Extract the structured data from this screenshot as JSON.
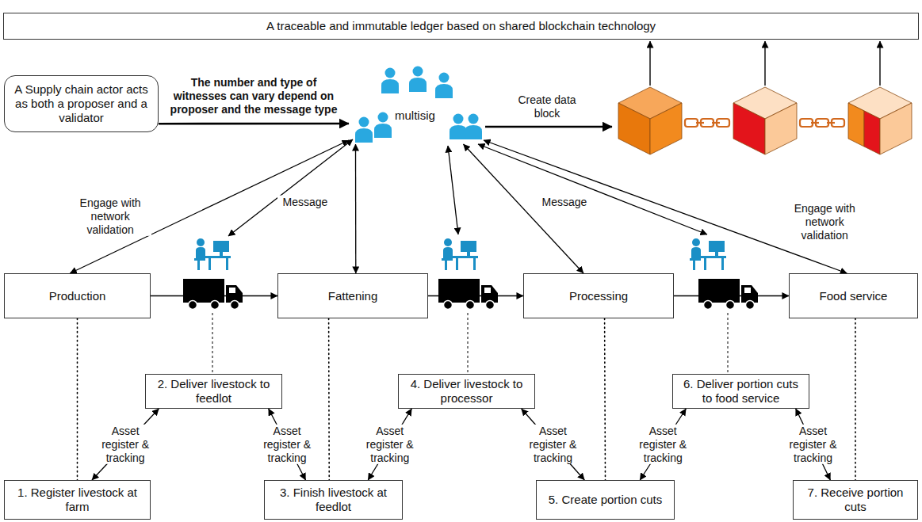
{
  "diagram": {
    "nodes": [
      {
        "text": [
          "A traceable and immutable ledger based on shared blockchain technology"
        ]
      },
      {
        "text": [
          "A Supply chain actor acts as both a proposer and a validator"
        ]
      },
      {
        "text": [
          "multisig"
        ]
      },
      {
        "text": [
          "Production"
        ]
      },
      {
        "text": [
          "Fattening"
        ]
      },
      {
        "text": [
          "Processing"
        ]
      },
      {
        "text": [
          "Food service"
        ]
      },
      {
        "text": [
          "2. Deliver livestock to feedlot"
        ]
      },
      {
        "text": [
          "4. Deliver livestock to processor"
        ]
      },
      {
        "text": [
          "6. Deliver portion cuts to food service"
        ]
      },
      {
        "text": [
          "1. Register livestock at farm"
        ]
      },
      {
        "text": [
          "3. Finish livestock at feedlot"
        ]
      },
      {
        "text": [
          "5. Create portion cuts"
        ]
      },
      {
        "text": [
          "7. Receive portion cuts"
        ]
      }
    ],
    "edges": [
      {
        "from": 1,
        "to": 2,
        "arrow": "to",
        "label": "The number and type of witnesses can vary depend on proposer and the message type"
      },
      {
        "from": 2,
        "to": 3,
        "arrow": "both",
        "label": "Engage with network validation"
      },
      {
        "from": 2,
        "to": 4,
        "arrow": "both"
      },
      {
        "from": 2,
        "to": 5,
        "arrow": "both"
      },
      {
        "from": 2,
        "to": 6,
        "arrow": "both",
        "label": "Engage with network validation"
      },
      {
        "from": 3,
        "to": 4,
        "arrow": "to"
      },
      {
        "from": 4,
        "to": 5,
        "arrow": "to"
      },
      {
        "from": 5,
        "to": 6,
        "arrow": "to"
      },
      {
        "from": 3,
        "to": 10,
        "arrow": "none"
      },
      {
        "from": 4,
        "to": 11,
        "arrow": "none"
      },
      {
        "from": 5,
        "to": 12,
        "arrow": "none"
      },
      {
        "from": 6,
        "to": 13,
        "arrow": "none"
      },
      {
        "from": 10,
        "to": 7,
        "arrow": "both",
        "label": "Asset register & tracking"
      },
      {
        "from": 7,
        "to": 11,
        "arrow": "both",
        "label": "Asset register & tracking"
      },
      {
        "from": 11,
        "to": 8,
        "arrow": "both",
        "label": "Asset register & tracking"
      },
      {
        "from": 8,
        "to": 12,
        "arrow": "both",
        "label": "Asset register & tracking"
      },
      {
        "from": 12,
        "to": 9,
        "arrow": "both",
        "label": "Asset register & tracking"
      },
      {
        "from": 9,
        "to": 13,
        "arrow": "both",
        "label": "Asset register & tracking"
      }
    ],
    "labels": [
      "Message",
      "Message",
      "Create data block"
    ]
  }
}
